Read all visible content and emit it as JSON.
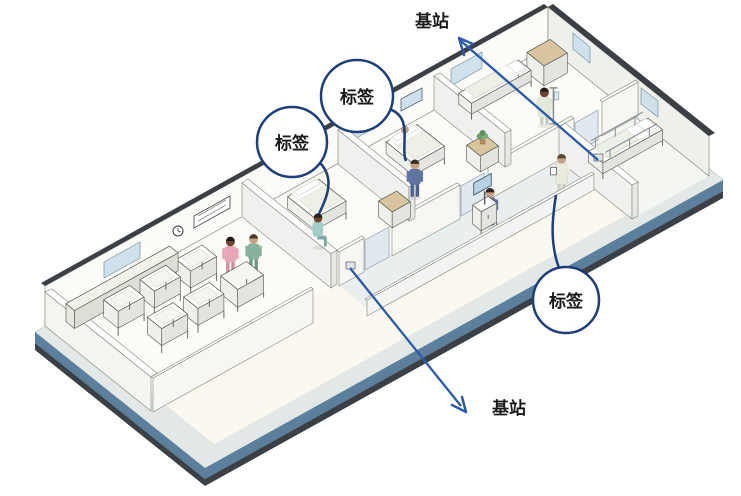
{
  "figure": {
    "type": "isometric-hospital-ward-positioning-diagram",
    "labels": {
      "base_station_top": "基站",
      "base_station_bottom": "基站",
      "tag_1": "标签",
      "tag_2": "标签",
      "tag_3": "标签"
    },
    "colors": {
      "annotation_arrow": "#2b5aa7",
      "balloon_outline": "#1d3e78",
      "label_text": "#1a1a1a",
      "slab_top": "#faf8ef",
      "slab_band_light": "#e2e8e6",
      "slab_band_blue": "#5b7f9c",
      "slab_edge_dark": "#3a4046",
      "wall_white": "#fbfbf7",
      "wall_shade": "#eef0ec",
      "glass_blue": "#cfe2ec",
      "corridor_floor": "#e9efef",
      "room_floor": "#fcfbf6",
      "wood_top": "#d8c49f",
      "scrub_blue": "#5f74a0",
      "scrub_pink": "#e8a7b8",
      "scrub_green": "#86b29b",
      "scrub_teal": "#a5cdc8",
      "patient_gown": "#e9ecdc"
    }
  }
}
